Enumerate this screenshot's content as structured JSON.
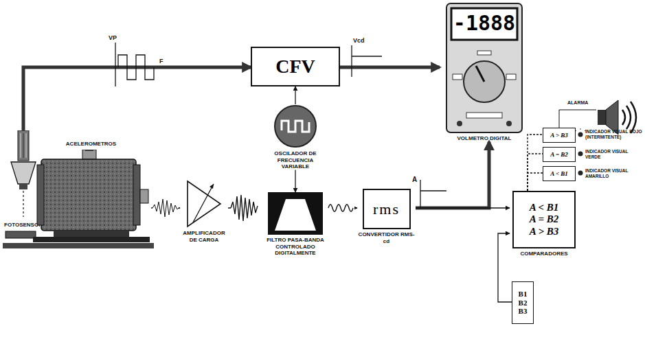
{
  "diagram": {
    "nodes": [
      {
        "text": [
          "CFV"
        ]
      },
      {
        "text": [
          "-1888",
          "VOLMETRO DIGITAL"
        ]
      },
      {
        "text": [
          "OSCILADOR DE FRECUENCIA VARIABLE"
        ]
      },
      {
        "text": [
          "AMPLIFICADOR DE CARGA"
        ]
      },
      {
        "text": [
          "FILTRO PASA-BANDA CONTROLADO DIGITALMENTE"
        ]
      },
      {
        "text": [
          "rms",
          "CONVERTIDOR RMS- cd"
        ]
      },
      {
        "text": [
          "A < B1",
          "A = B2",
          "A > B3",
          "COMPARADORES"
        ]
      },
      {
        "text": [
          "B1",
          "B2",
          "B3"
        ]
      },
      {
        "text": [
          "A > B3"
        ]
      },
      {
        "text": [
          "A = B2"
        ]
      },
      {
        "text": [
          "A < B1"
        ]
      },
      {
        "text": [
          "FOTOSENSOR"
        ]
      },
      {
        "text": [
          "ACELEROMETROS"
        ]
      }
    ],
    "edges": [
      {
        "from": 11,
        "to": 0,
        "arrow": "to"
      },
      {
        "from": 2,
        "to": 0,
        "arrow": "to"
      },
      {
        "from": 2,
        "to": 4,
        "arrow": "to"
      },
      {
        "from": 0,
        "to": 1,
        "arrow": "to"
      },
      {
        "from": 12,
        "to": 3,
        "arrow": "to"
      },
      {
        "from": 3,
        "to": 4,
        "arrow": "to"
      },
      {
        "from": 4,
        "to": 5,
        "arrow": "to"
      },
      {
        "from": 5,
        "to": 1,
        "arrow": "to"
      },
      {
        "from": 5,
        "to": 6,
        "arrow": "to"
      },
      {
        "from": 7,
        "to": 6,
        "arrow": "to"
      },
      {
        "from": 6,
        "to": 8,
        "arrow": "none"
      },
      {
        "from": 6,
        "to": 9,
        "arrow": "none"
      },
      {
        "from": 6,
        "to": 10,
        "arrow": "none"
      }
    ],
    "labels": [
      "VP",
      "F",
      "Vcd",
      "A",
      "ALARMA",
      "INDICADOR VISUAL ROJO (INTERMITENTE)",
      "INDICADOR VISUAL VERDE",
      "INDICADOR VISUAL AMARILLO"
    ]
  }
}
